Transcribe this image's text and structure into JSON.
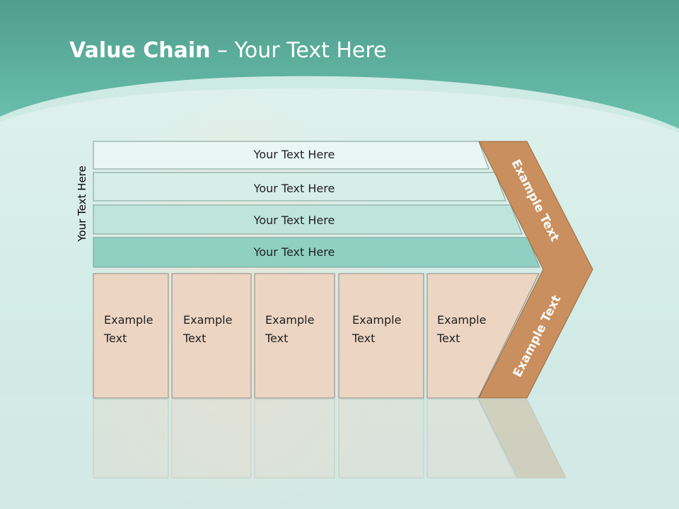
{
  "slide": {
    "title_bold": "Value Chain",
    "title_rest": " – Your Text Here",
    "side_label": "Your Text Here"
  },
  "support_rows": [
    {
      "label": "Your Text Here",
      "color": "#eaf6f3"
    },
    {
      "label": "Your Text Here",
      "color": "#d6eee8"
    },
    {
      "label": "Your Text Here",
      "color": "#bfe4dc"
    },
    {
      "label": "Your Text Here",
      "color": "#8fd0c3"
    }
  ],
  "primary_boxes": [
    {
      "line1": "Example",
      "line2": "Text"
    },
    {
      "line1": "Example",
      "line2": "Text"
    },
    {
      "line1": "Example",
      "line2": "Text"
    },
    {
      "line1": "Example",
      "line2": "Text"
    },
    {
      "line1": "Example",
      "line2": "Text"
    }
  ],
  "margin_arrow": {
    "upper_label": "Example Text",
    "lower_label": "Example Text",
    "color": "#c98f5e"
  },
  "colors": {
    "header": "#5fb8a6",
    "box_fill": "#ecd5c2",
    "border": "#7f9e96"
  }
}
